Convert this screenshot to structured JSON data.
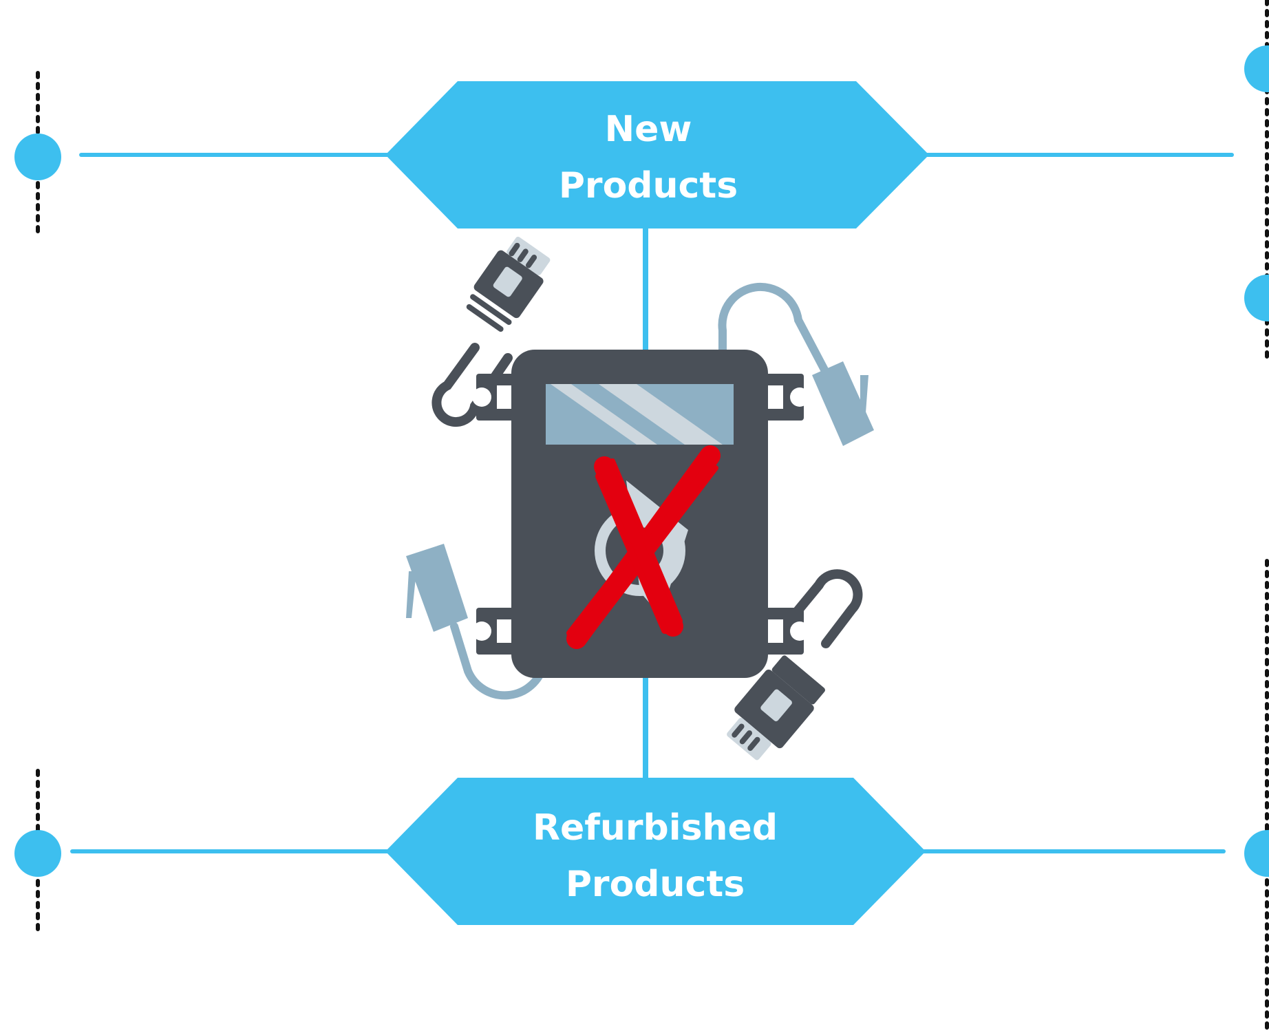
{
  "diagram": {
    "top_banner": {
      "line1": "New",
      "line2": "Products"
    },
    "bottom_banner": {
      "line1": "Refurbished",
      "line2": "Products"
    },
    "center_icon": "crossed-out-network-switch-icon"
  },
  "colors": {
    "accent_blue": "#3dbfef",
    "line_blue": "#3a9bdc",
    "device_dark": "#4a5058",
    "cable_blue_gray": "#8eb0c4",
    "cable_light": "#cdd7de",
    "cross_red": "#e3000f",
    "dot_black": "#111111"
  }
}
